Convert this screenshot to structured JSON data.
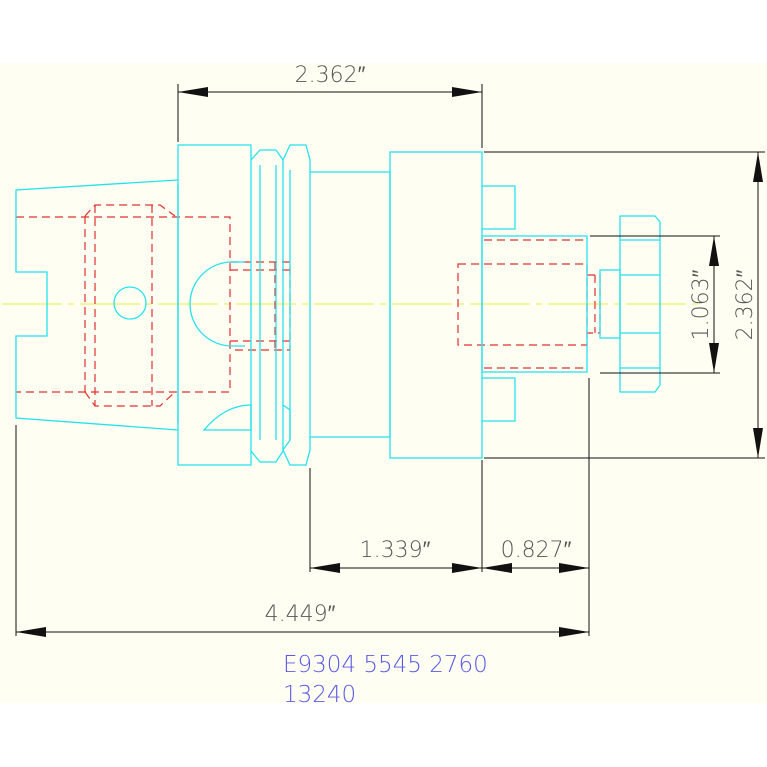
{
  "colors": {
    "paper": "#fefff2",
    "outline": "#25e1ee",
    "hidden": "#e03030",
    "centerline": "#f2ef6a",
    "dimension": "#111111",
    "dim_text": "#555555",
    "label": "#5a5ae6"
  },
  "dimensions": {
    "overall_top": "2.362″",
    "height_right": "2.362″",
    "bore_height": "1.063″",
    "body_width": "1.339″",
    "shank_width": "0.827″",
    "overall_length": "4.449″"
  },
  "part_label": {
    "line1": "E9304 5545 2760",
    "line2": "13240"
  }
}
